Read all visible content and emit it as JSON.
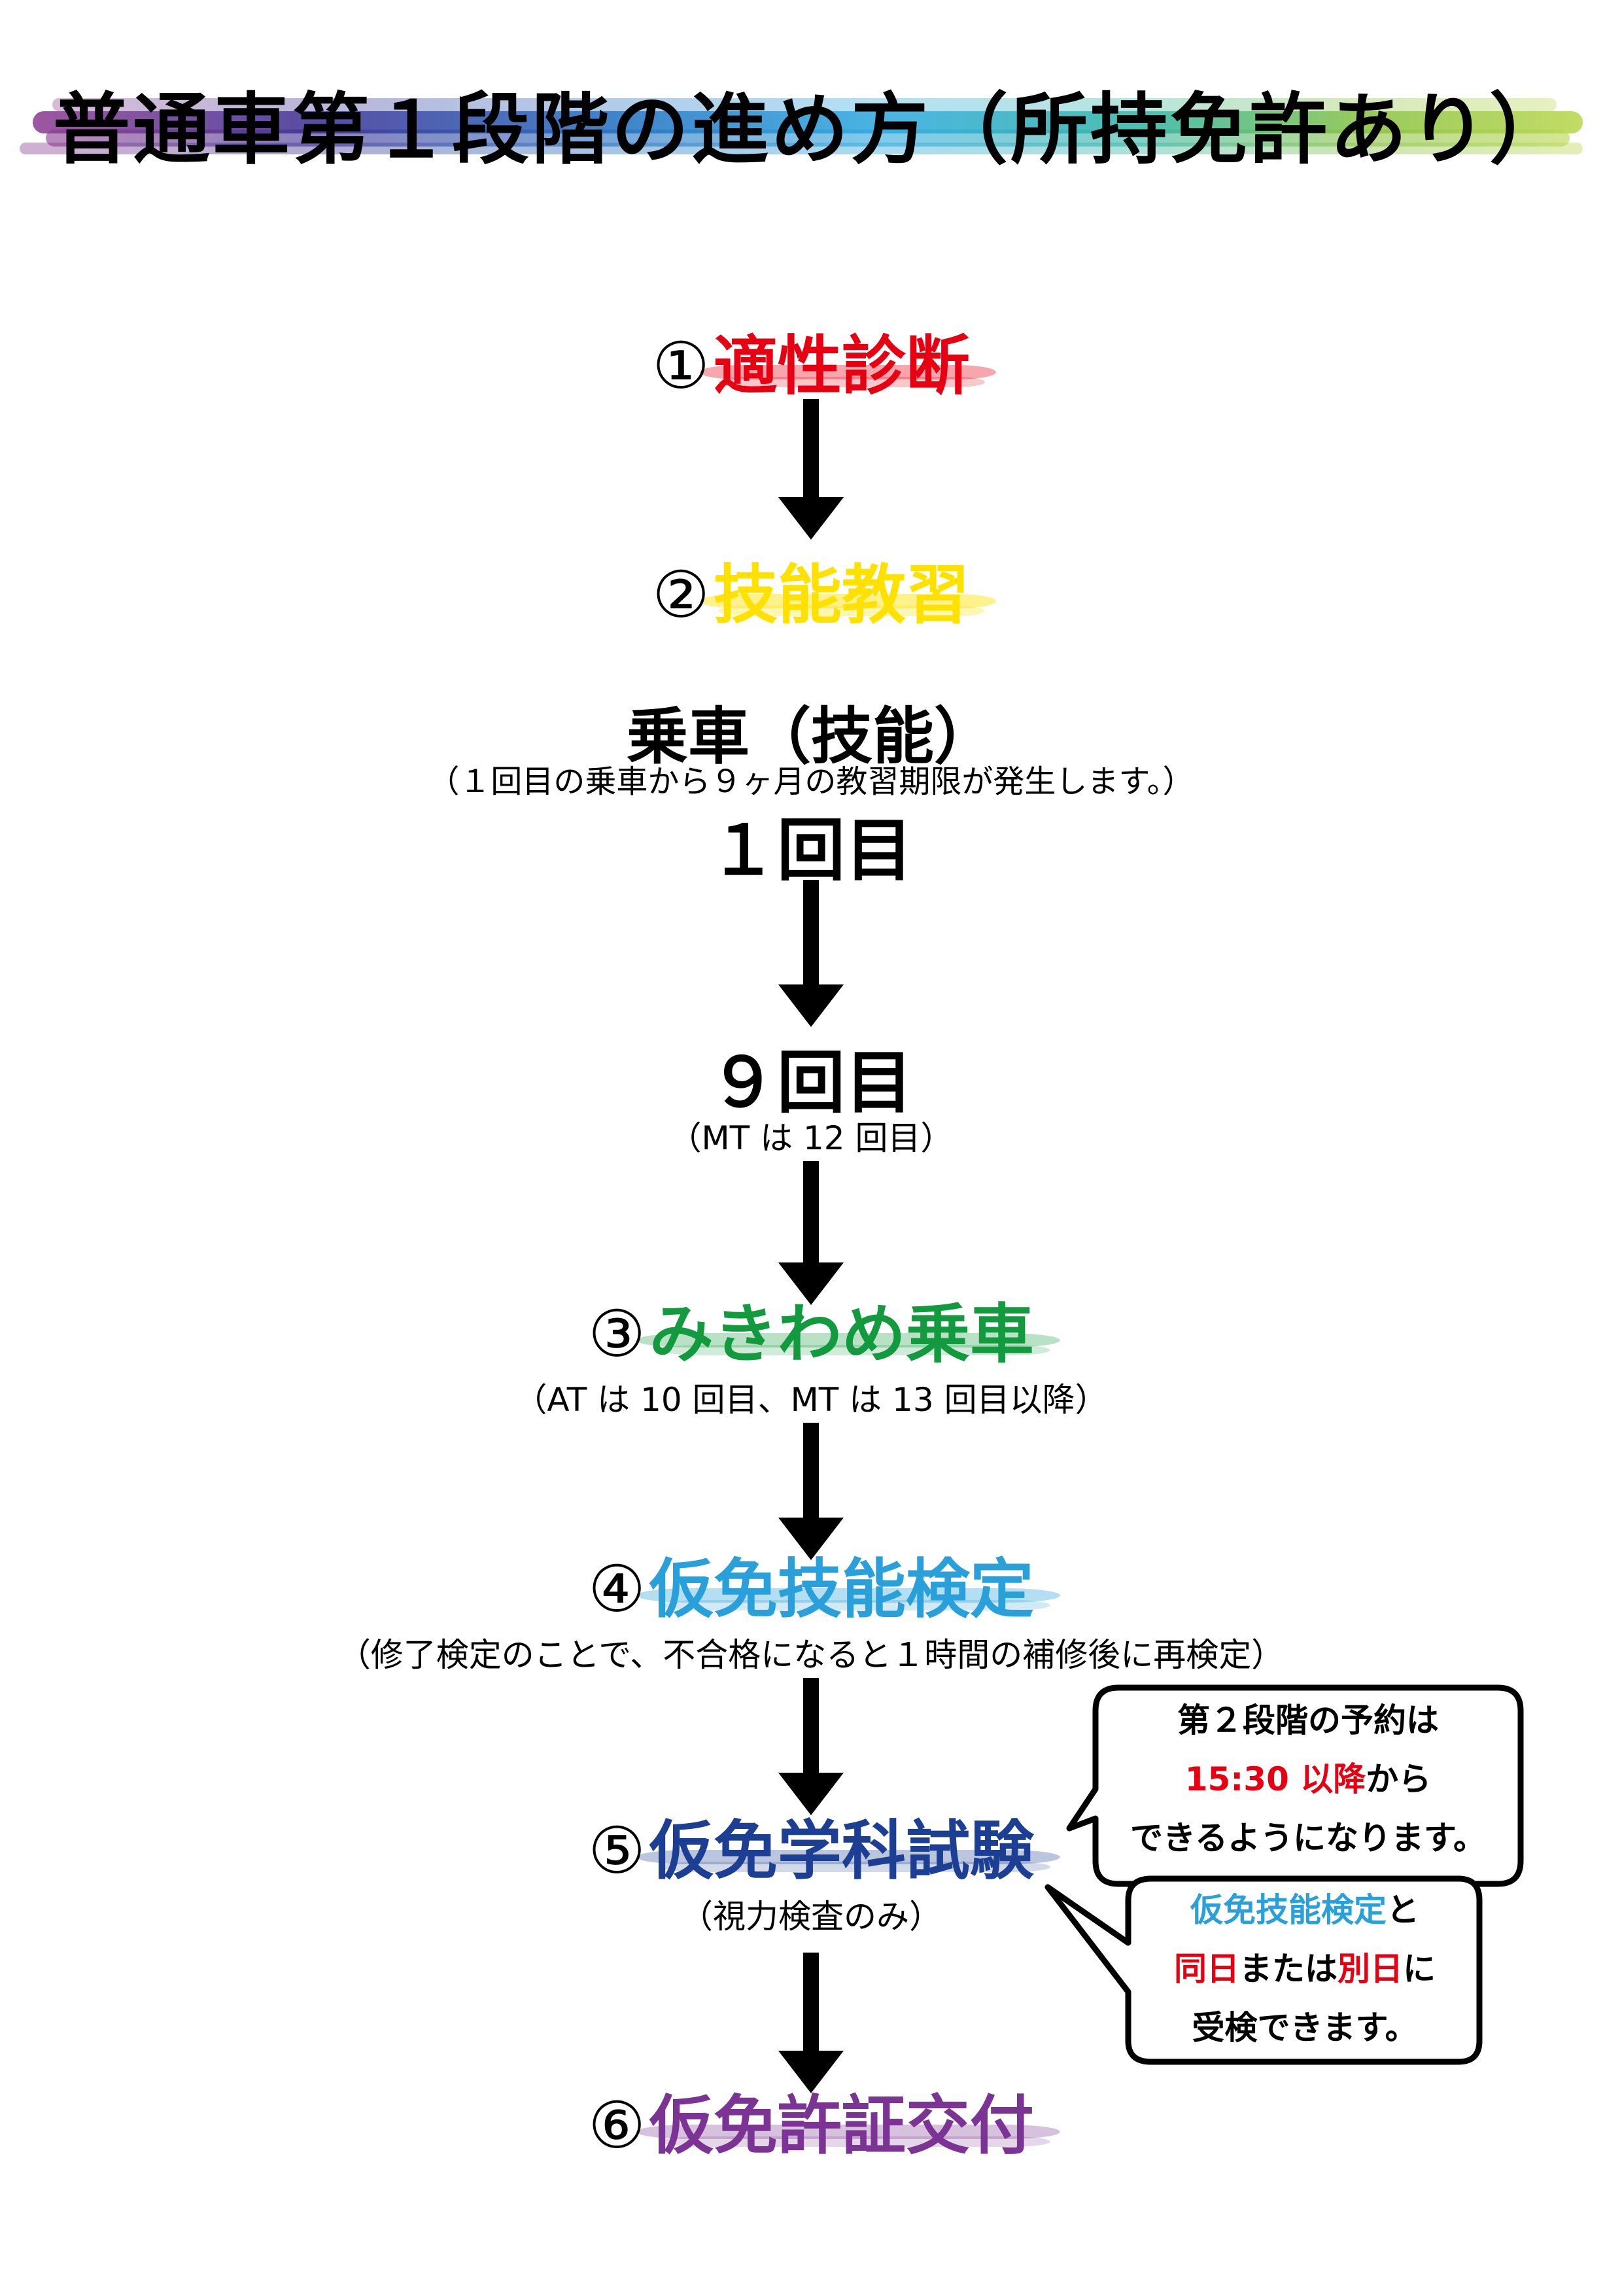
{
  "title": "普通車第１段階の進め方（所持免許あり）",
  "colors": {
    "step1": "#e60012",
    "step2": "#ffe100",
    "step3": "#139a3f",
    "step4": "#29a0da",
    "step5": "#1d3f93",
    "step6": "#7b3493",
    "note_blue": "#29a0da",
    "note_red": "#e60012"
  },
  "steps": [
    {
      "num": "①",
      "label": "適性診断"
    },
    {
      "num": "②",
      "label": "技能教習"
    },
    {
      "num": "③",
      "label": "みきわめ乗車"
    },
    {
      "num": "④",
      "label": "仮免技能検定"
    },
    {
      "num": "⑤",
      "label": "仮免学科試験"
    },
    {
      "num": "⑥",
      "label": "仮免許証交付"
    }
  ],
  "lesson": {
    "heading": "乗車（技能）",
    "note": "（１回目の乗車から９ヶ月の教習期限が発生します。）",
    "first": "１回目",
    "last": "９回目",
    "last_note": "（MT は 12 回目）"
  },
  "step3_note": "（AT は 10 回目、MT は 13 回目以降）",
  "step4_note": "（修了検定のことで、不合格になると１時間の補修後に再検定）",
  "step5_note": "（視力検査のみ）",
  "callout1": {
    "line1": "第２段階の予約は",
    "line2_red": "15:30 以降",
    "line2_rest": "から",
    "line3": "できるようになります。"
  },
  "callout2": {
    "line1_blue": "仮免技能検定",
    "line1_rest": "と",
    "line2_red_a": "同日",
    "line2_mid": "または",
    "line2_red_b": "別日",
    "line2_rest": "に",
    "line3": "受検できます。"
  }
}
